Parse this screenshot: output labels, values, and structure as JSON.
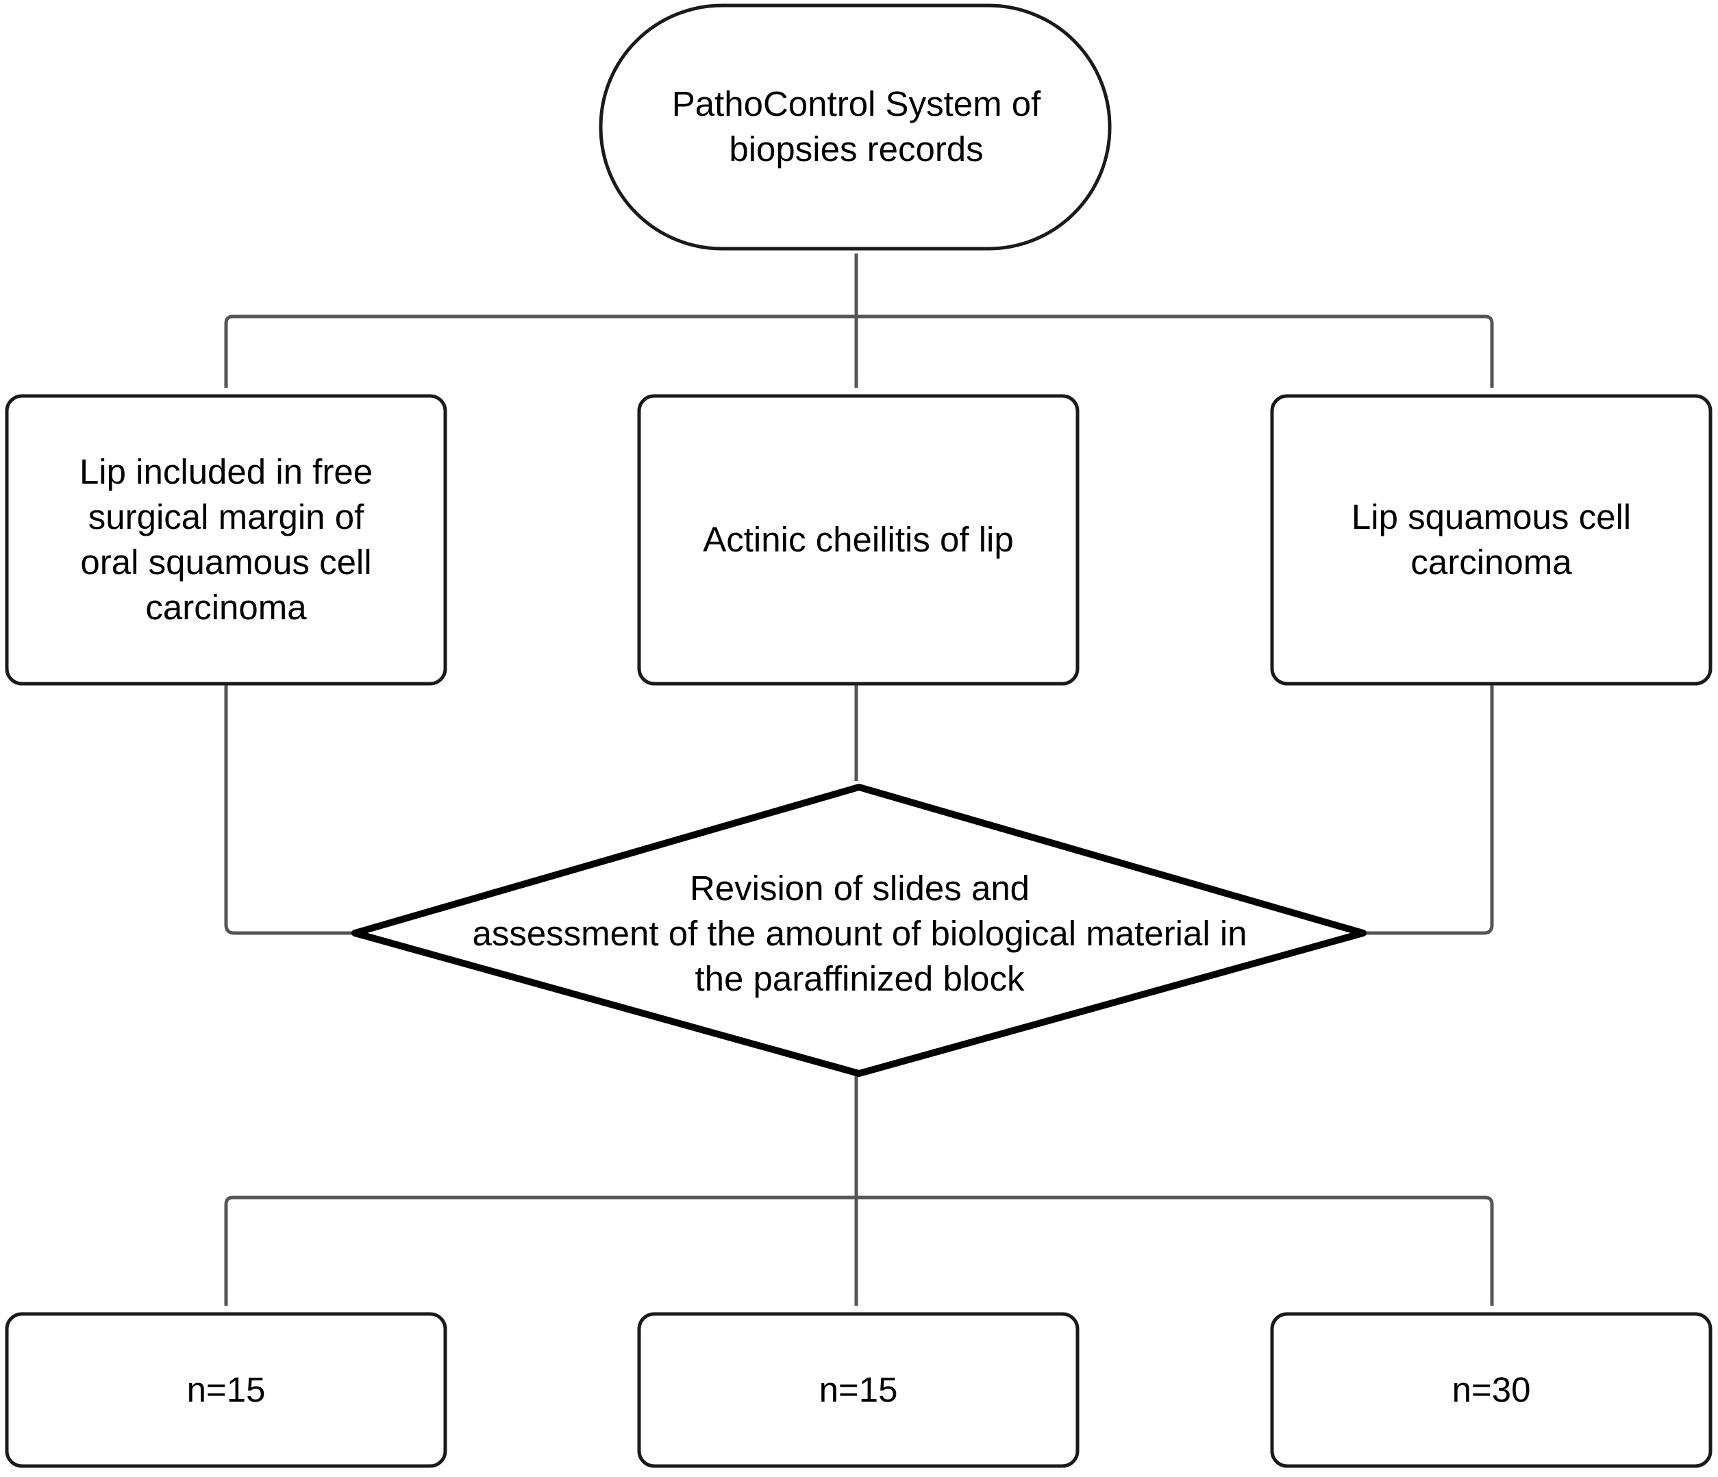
{
  "nodes": {
    "start": "PathoControl System of\nbiopsies records",
    "left": "Lip included in free\nsurgical margin of\noral squamous cell\ncarcinoma",
    "middle": "Actinic cheilitis of lip",
    "right": "Lip squamous cell\ncarcinoma",
    "decision": "Revision of slides and\nassessment of the amount of biological material in\nthe paraffinized block",
    "out_left": "n=15",
    "out_middle": "n=15",
    "out_right": "n=30"
  },
  "colors": {
    "stroke": "#1a1a1a",
    "connector": "#555555",
    "text": "#000000",
    "background": "#ffffff"
  }
}
